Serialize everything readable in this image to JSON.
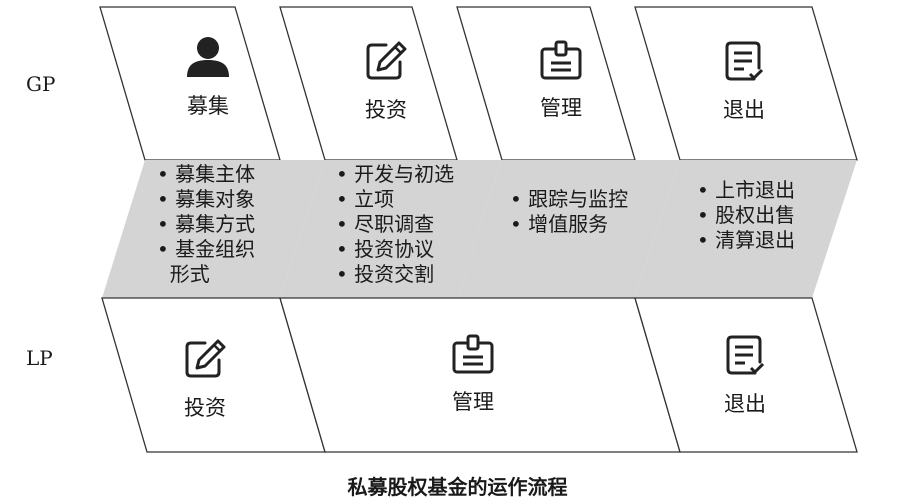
{
  "rows": {
    "gp": "GP",
    "lp": "LP"
  },
  "gp_boxes": [
    {
      "label": "募集",
      "icon": "person-icon"
    },
    {
      "label": "投资",
      "icon": "edit-icon"
    },
    {
      "label": "管理",
      "icon": "badge-icon"
    },
    {
      "label": "退出",
      "icon": "checklist-icon"
    }
  ],
  "bands": [
    {
      "items": [
        "募集主体",
        "募集对象",
        "募集方式",
        "基金组织"
      ],
      "continuation": "形式"
    },
    {
      "items": [
        "开发与初选",
        "立项",
        "尽职调查",
        "投资协议",
        "投资交割"
      ]
    },
    {
      "items": [
        "跟踪与监控",
        "增值服务"
      ]
    },
    {
      "items": [
        "上市退出",
        "股权出售",
        "清算退出"
      ]
    }
  ],
  "lp_boxes": [
    {
      "label": "投资",
      "icon": "edit-icon"
    },
    {
      "label": "管理",
      "icon": "badge-icon"
    },
    {
      "label": "退出",
      "icon": "checklist-icon"
    }
  ],
  "caption": "私募股权基金的运作流程",
  "colors": {
    "band_fill": "#d4d4d4",
    "stroke": "#333333"
  }
}
